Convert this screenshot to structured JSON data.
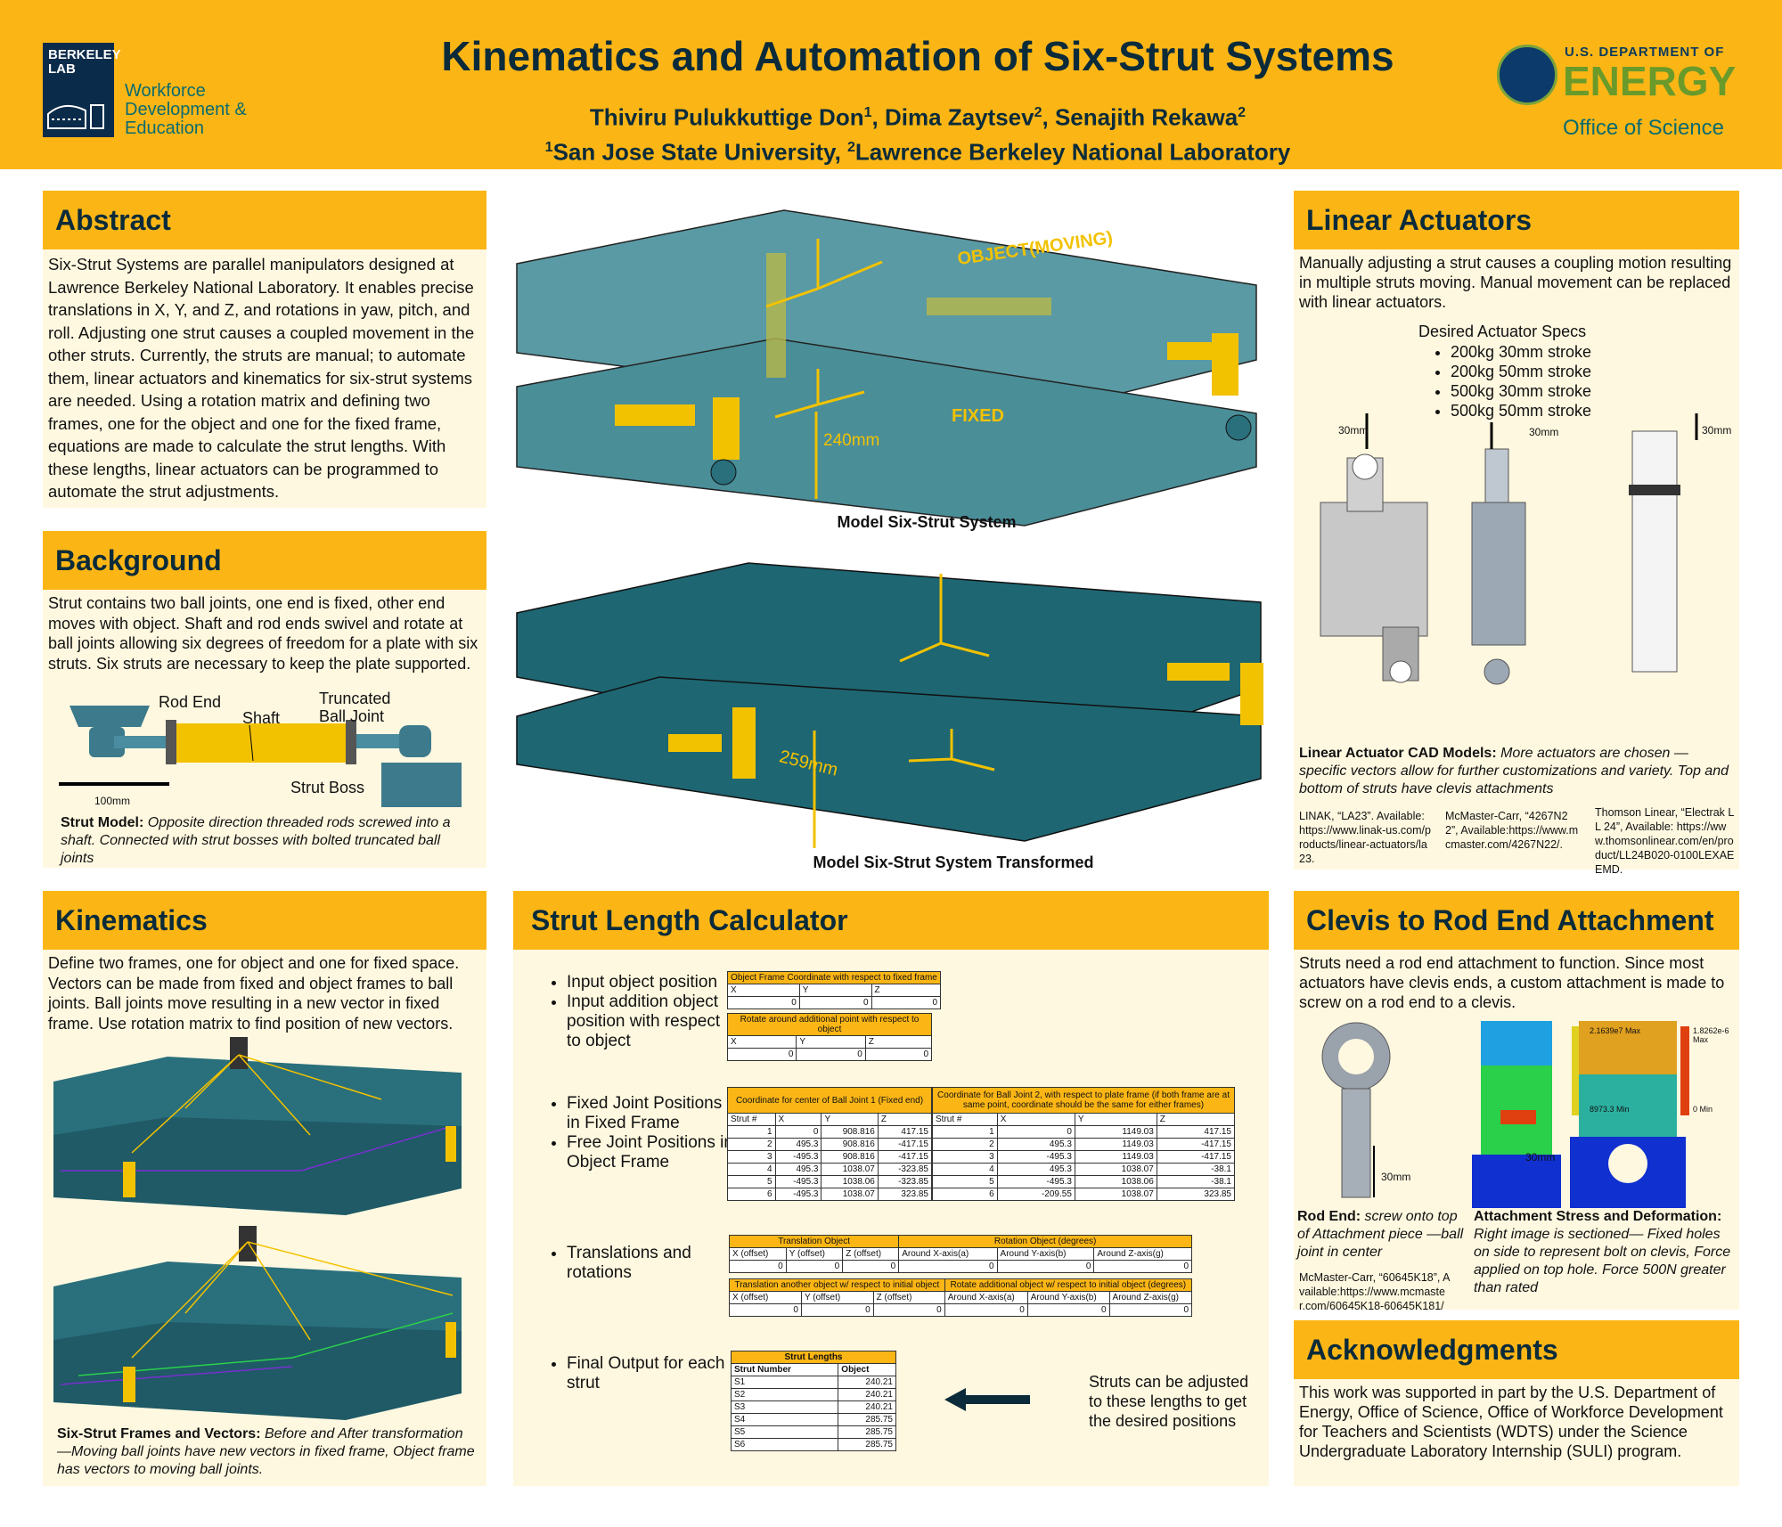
{
  "header": {
    "bl_logo": "BERKELEY LAB",
    "wde": "Workforce Development & Education",
    "title": "Kinematics and Automation of Six-Strut Systems",
    "author1": "Thiviru Pulukkuttige Don",
    "author2": "Dima Zaytsev",
    "author3": "Senajith Rekawa",
    "sup1": "1",
    "sup2": "2",
    "sup3": "2",
    "aff1": "San Jose State University, ",
    "aff2": "Lawrence Berkeley National Laboratory",
    "doe_line1": "U.S. DEPARTMENT OF",
    "doe_line2": "ENERGY",
    "doe_line3": "Office of Science"
  },
  "abstract": {
    "title": "Abstract",
    "text": "Six-Strut Systems are parallel manipulators designed at Lawrence Berkeley National Laboratory. It enables precise translations in X, Y, and Z, and rotations in yaw, pitch, and roll. Adjusting one strut causes a coupled movement in the other struts. Currently, the struts are manual; to automate them, linear actuators and kinematics for six-strut systems are needed. Using a rotation matrix and defining two frames, one for the object and one for the fixed frame, equations are made to calculate the strut lengths. With these lengths, linear actuators can be programmed to automate the strut adjustments."
  },
  "background": {
    "title": "Background",
    "text": "Strut contains two ball joints, one end is fixed, other end moves with object. Shaft and rod ends swivel and rotate at ball joints allowing six degrees of freedom for a plate with six struts. Six struts are necessary to keep the plate supported.",
    "labels": {
      "rod_end": "Rod End",
      "shaft": "Shaft",
      "truncated": "Truncated Ball Joint",
      "boss": "Strut Boss",
      "scale": "100mm"
    },
    "cap_bold": "Strut Model:",
    "cap_text": " Opposite direction threaded rods screwed into a shaft. Connected with strut bosses with bolted truncated ball joints"
  },
  "kinematics": {
    "title": "Kinematics",
    "text": "Define two frames, one for object and one for fixed space. Vectors can be made from fixed and object frames to ball joints. Ball joints move resulting in a new vector in fixed frame. Use rotation matrix to find position of new vectors.",
    "cap_bold": "Six-Strut Frames and Vectors:",
    "cap_text": " Before and After transformation—Moving ball joints have new vectors in fixed frame, Object frame has vectors to moving ball joints."
  },
  "center": {
    "object_label": "OBJECT(MOVING)",
    "fixed_label": "FIXED",
    "dim1": "240mm",
    "fig1": "Model Six-Strut System",
    "dim2": "259mm",
    "fig2": "Model Six-Strut System Transformed"
  },
  "calculator": {
    "title": "Strut Length Calculator",
    "b1": "Input object position",
    "b2": "Input addition object position with respect to object",
    "b3": "Fixed Joint Positions in Fixed Frame",
    "b4": "Free Joint Positions in Object Frame",
    "b5": "Translations and rotations",
    "b6": "Final Output for each strut",
    "t1_title": "Object Frame Coordinate with respect to fixed frame",
    "t2_title": "Rotate around additional point with respect to object",
    "xyz": [
      "X",
      "Y",
      "Z"
    ],
    "zero": "0",
    "joint1_title": "Coordinate for center of Ball Joint 1 (Fixed end)",
    "joint2_title": "Coordinate for Ball Joint 2, with respect to plate frame (if both frame are at same point, coordinate should be the same for either frames)",
    "strut_hash": "Strut #",
    "joint1_rows": [
      [
        "1",
        "0",
        "908.816",
        "417.15"
      ],
      [
        "2",
        "495.3",
        "908.816",
        "-417.15"
      ],
      [
        "3",
        "-495.3",
        "908.816",
        "-417.15"
      ],
      [
        "4",
        "495.3",
        "1038.07",
        "-323.85"
      ],
      [
        "5",
        "-495.3",
        "1038.06",
        "-323.85"
      ],
      [
        "6",
        "-495.3",
        "1038.07",
        "323.85"
      ]
    ],
    "joint2_rows": [
      [
        "1",
        "0",
        "1149.03",
        "417.15"
      ],
      [
        "2",
        "495.3",
        "1149.03",
        "-417.15"
      ],
      [
        "3",
        "-495.3",
        "1149.03",
        "-417.15"
      ],
      [
        "4",
        "495.3",
        "1038.07",
        "-38.1"
      ],
      [
        "5",
        "-495.3",
        "1038.06",
        "-38.1"
      ],
      [
        "6",
        "-209.55",
        "1038.07",
        "323.85"
      ]
    ],
    "tr_obj": "Translation Object",
    "rot_obj": "Rotation Object (degrees)",
    "tr_obj2": "Translation another object w/ respect to initial object",
    "rot_obj2": "Rotate additional object w/ respect to initial object (degrees)",
    "tr_cols": [
      "X (offset)",
      "Y (offset)",
      "Z (offset)",
      "Around X-axis(a)",
      "Around Y-axis(b)",
      "Around Z-axis(g)"
    ],
    "lengths_title": "Strut Lengths",
    "lengths_head": [
      "Strut Number",
      "Object"
    ],
    "lengths": [
      [
        "S1",
        "240.21"
      ],
      [
        "S2",
        "240.21"
      ],
      [
        "S3",
        "240.21"
      ],
      [
        "S4",
        "285.75"
      ],
      [
        "S5",
        "285.75"
      ],
      [
        "S6",
        "285.75"
      ]
    ],
    "note": "Struts can be adjusted to these lengths to get the desired positions"
  },
  "actuators": {
    "title": "Linear Actuators",
    "text": "Manually adjusting a strut causes a coupling motion resulting in multiple struts moving. Manual movement can be replaced with linear actuators.",
    "specs_title": "Desired Actuator Specs",
    "specs": [
      "200kg 30mm stroke",
      "200kg 50mm stroke",
      "500kg 30mm stroke",
      "500kg 50mm stroke"
    ],
    "stroke": "30mm",
    "cap_bold": "Linear Actuator CAD Models:",
    "cap_text": " More actuators are chosen — specific vectors allow for further customizations and variety. Top and bottom of struts have clevis attachments",
    "ref1": "LINAK, “LA23”. Available: https://www.linak-us.com/products/linear-actuators/la23.",
    "ref2": "McMaster-Carr, “4267N22”, Available:https://www.mcmaster.com/4267N22/.",
    "ref3": "Thomson Linear, “Electrak LL 24”, Available: https://www.thomsonlinear.com/en/product/LL24B020-0100LEXAEEMD."
  },
  "clevis": {
    "title": "Clevis to Rod End Attachment",
    "text": "Struts need a rod end attachment to function. Since most actuators have clevis ends, a custom attachment is made to screw on a rod end to a clevis.",
    "dim": "30mm",
    "rod_bold": "Rod End:",
    "rod_text": " screw onto top of Attachment piece —ball joint in center",
    "rod_ref": "McMaster-Carr, “60645K18”, Available:https://www.mcmaster.com/60645K18-60645K181/",
    "stress_bold": "Attachment Stress and Deformation:",
    "stress_text": " Right image is sectioned— Fixed holes on side to represent bolt on clevis, Force applied on top hole. Force 500N greater than rated",
    "legend1_max": "2.1639e7 Max",
    "legend1_min": "8973.3 Min",
    "legend2_max": "1.8262e-6 Max",
    "legend2_min": "0 Min"
  },
  "ack": {
    "title": "Acknowledgments",
    "text": "This work was supported in part by the U.S. Department of Energy, Office of Science, Office of Workforce Development for Teachers and Scientists (WDTS) under the Science Undergraduate Laboratory Internship (SULI) program."
  }
}
